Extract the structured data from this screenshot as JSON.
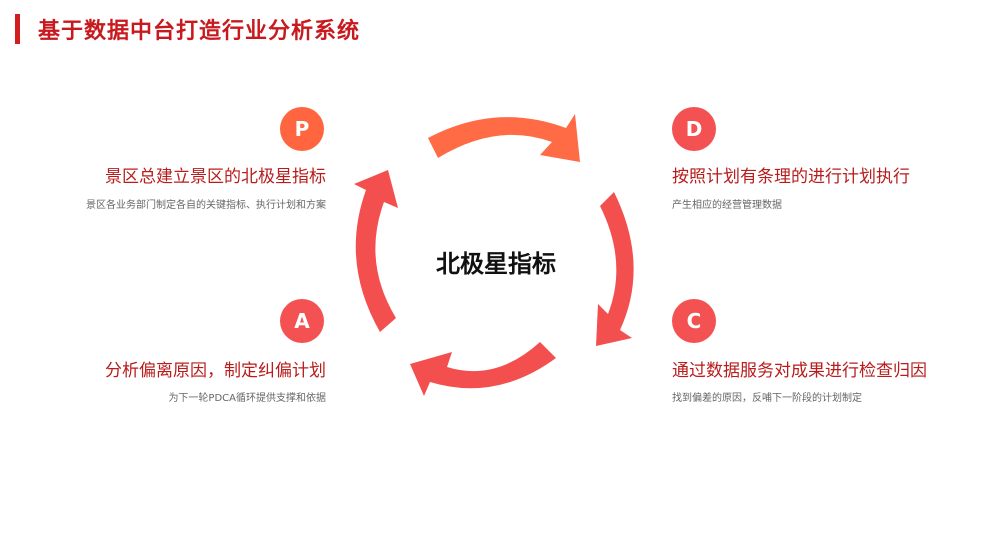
{
  "title": "基于数据中台打造行业分析系统",
  "center_label": "北极星指标",
  "colors": {
    "accent": "#c8191e",
    "arrow_top": "#ff6b45",
    "arrow_main": "#f44f4f",
    "badge_p": "#ff6640",
    "badge_dac": "#f45252"
  },
  "steps": [
    {
      "key": "P",
      "letter": "P",
      "heading": "景区总建立景区的北极星指标",
      "desc": "景区各业务部门制定各自的关键指标、执行计划和方案"
    },
    {
      "key": "D",
      "letter": "D",
      "heading": "按照计划有条理的进行计划执行",
      "desc": "产生相应的经营管理数据"
    },
    {
      "key": "A",
      "letter": "A",
      "heading": "分析偏离原因，制定纠偏计划",
      "desc": "为下一轮PDCA循环提供支撑和依据"
    },
    {
      "key": "C",
      "letter": "C",
      "heading": "通过数据服务对成果进行检查归因",
      "desc": "找到偏差的原因，反哺下一阶段的计划制定"
    }
  ]
}
